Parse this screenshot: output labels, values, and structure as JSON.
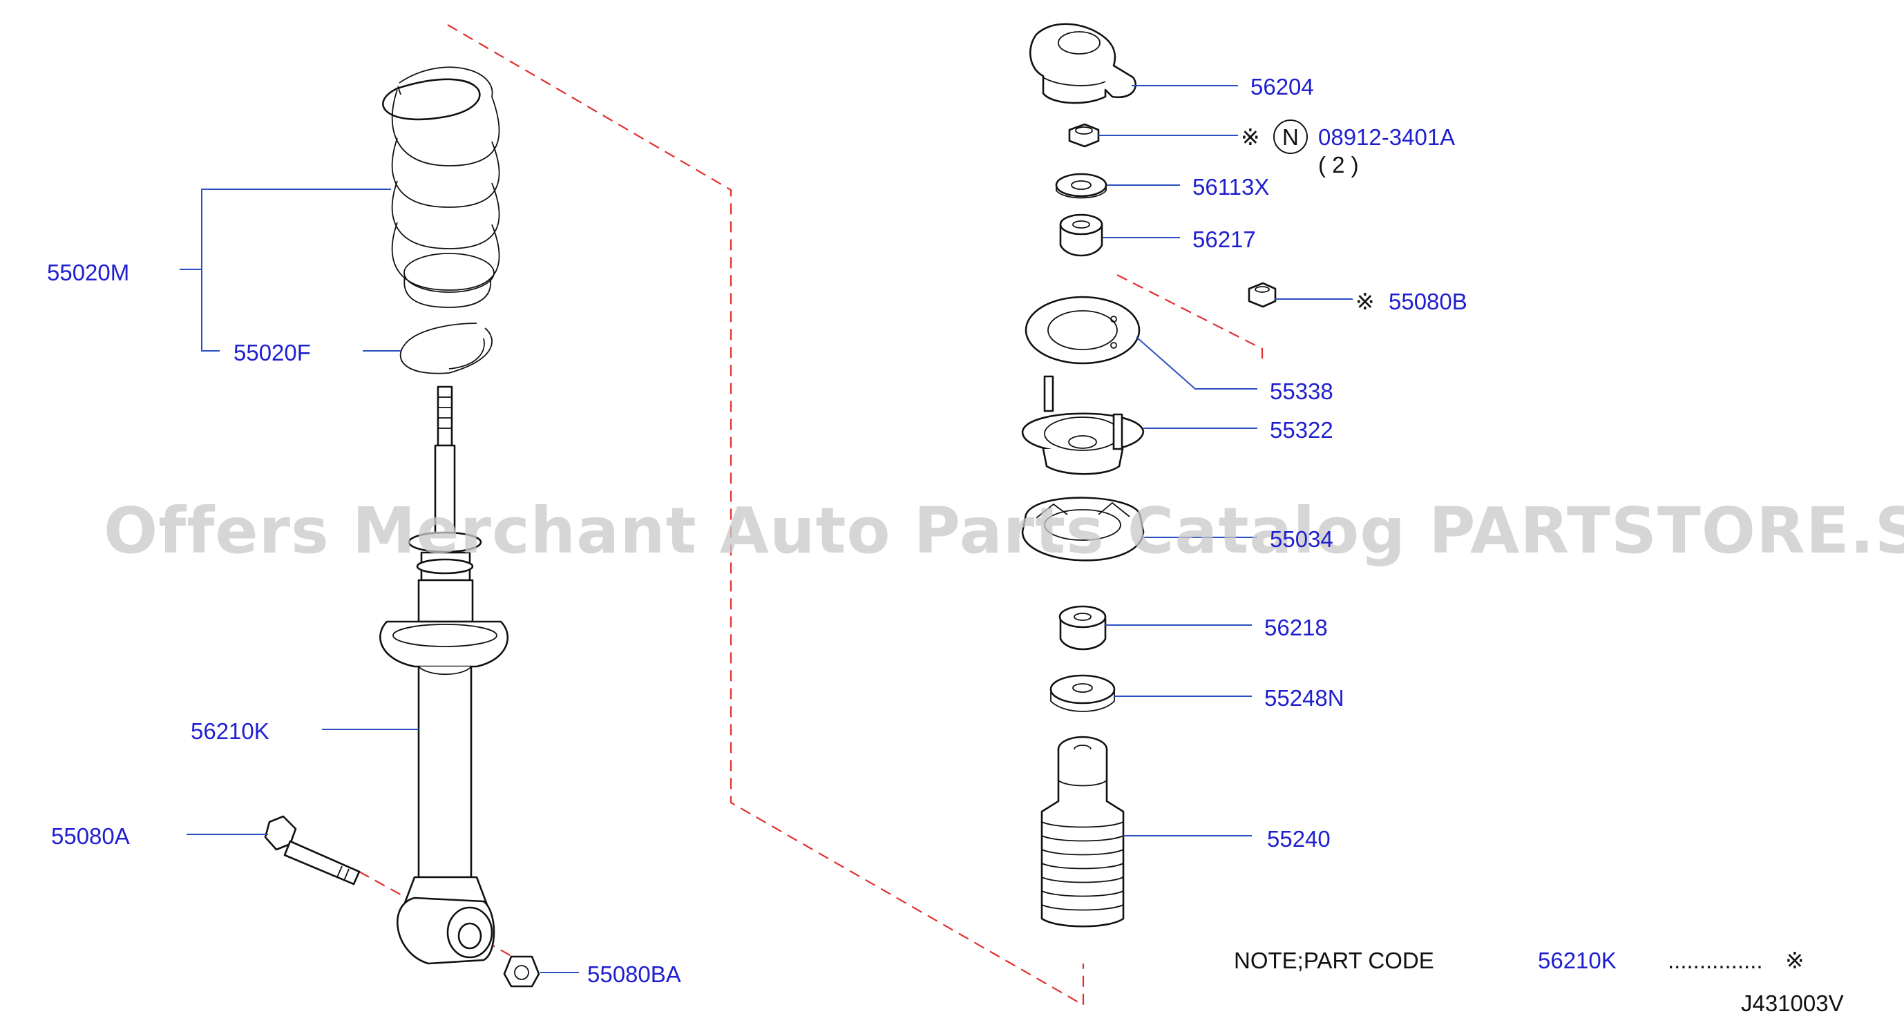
{
  "diagram": {
    "watermark": "Offers Merchant Auto Parts Catalog PARTSTORE.SA",
    "drawing_code": "J431003V",
    "note": {
      "prefix": "NOTE;PART   CODE",
      "part_code": "56210K",
      "dots": "...............",
      "mark": "※"
    },
    "parts": [
      {
        "id": "55020M",
        "label": "55020M"
      },
      {
        "id": "55020F",
        "label": "55020F"
      },
      {
        "id": "56210K",
        "label": "56210K"
      },
      {
        "id": "55080A",
        "label": "55080A"
      },
      {
        "id": "55080BA",
        "label": "55080BA"
      },
      {
        "id": "56204",
        "label": "56204"
      },
      {
        "id": "08912-3401A",
        "label": "08912-3401A",
        "mark": "※",
        "badge": "N",
        "qty": "( 2 )"
      },
      {
        "id": "56113X",
        "label": "56113X"
      },
      {
        "id": "56217",
        "label": "56217"
      },
      {
        "id": "55080B",
        "label": "55080B",
        "mark": "※"
      },
      {
        "id": "55338",
        "label": "55338"
      },
      {
        "id": "55322",
        "label": "55322"
      },
      {
        "id": "55034",
        "label": "55034"
      },
      {
        "id": "56218",
        "label": "56218"
      },
      {
        "id": "55248N",
        "label": "55248N"
      },
      {
        "id": "55240",
        "label": "55240"
      }
    ]
  }
}
